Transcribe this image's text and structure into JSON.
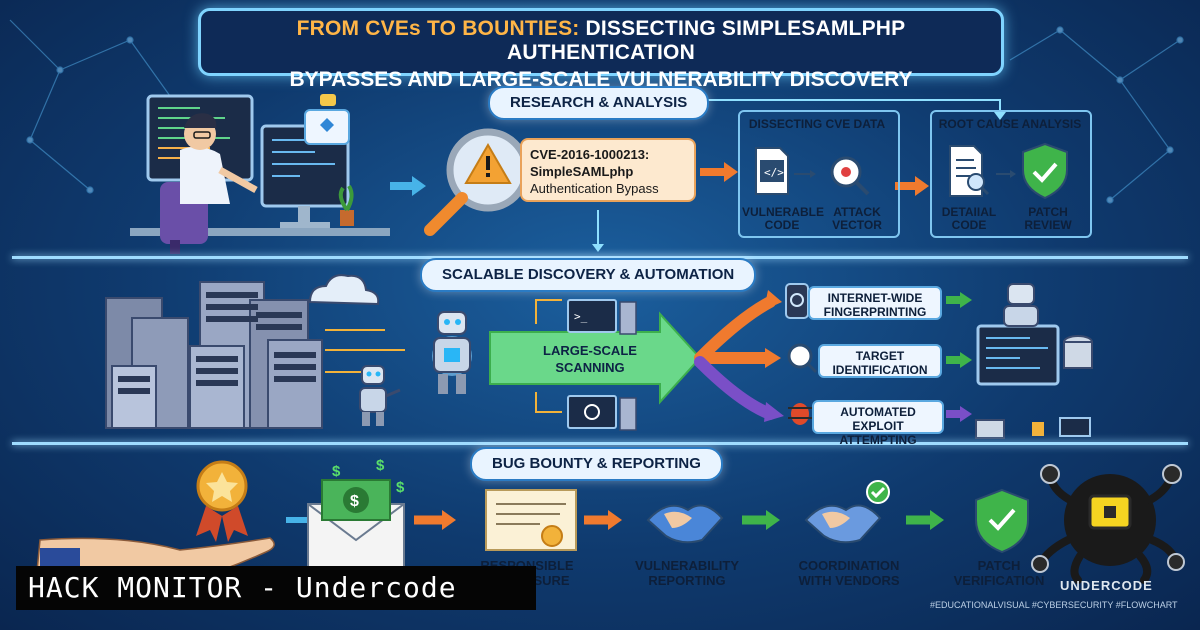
{
  "title": {
    "line1_highlight": "FROM CVEs TO BOUNTIES:",
    "line1_rest": " DISSECTING SIMPLESAMLPHP AUTHENTICATION",
    "line2": "BYPASSES AND LARGE-SCALE VULNERABILITY DISCOVERY"
  },
  "sections": {
    "research": "RESEARCH & ANALYSIS",
    "discovery": "SCALABLE DISCOVERY & AUTOMATION",
    "bounty": "BUG BOUNTY & REPORTING"
  },
  "cve": {
    "id": "CVE-2016-1000213:",
    "product": "SimpleSAMLphp",
    "desc": "Authentication Bypass"
  },
  "dissect": {
    "title": "DISSECTING CVE DATA",
    "left_l1": "VULNERABLE",
    "left_l2": "CODE",
    "right_l1": "ATTACK",
    "right_l2": "VECTOR"
  },
  "rootcause": {
    "title": "ROOT CAUSE ANALYSIS",
    "left_l1": "DETAIIAL",
    "left_l2": "CODE",
    "right_l1": "PATCH",
    "right_l2": "REVIEW"
  },
  "scanning": {
    "l1": "LARGE-SCALE",
    "l2": "SCANNING"
  },
  "tasks": [
    {
      "l1": "INTERNET-WIDE",
      "l2": "FINGERPRINTING"
    },
    {
      "l1": "TARGET",
      "l2": "IDENTIFICATION"
    },
    {
      "l1": "AUTOMATED",
      "l2": "EXPLOIT ATTEMPTING"
    }
  ],
  "bounty_steps": [
    {
      "l1": "RESPONSIBLE",
      "l2": "DISCLOSURE"
    },
    {
      "l1": "VULNERABILITY",
      "l2": "REPORTING"
    },
    {
      "l1": "COORDINATION",
      "l2": "WITH VENDORS"
    },
    {
      "l1": "PATCH",
      "l2": "VERIFICATION"
    }
  ],
  "banner": "HACK MONITOR - Undercode",
  "brand": "UNDERCODE",
  "hashtags": "#EDUCATIONALVISUAL #CYBERSECURITY #FLOWCHART",
  "colors": {
    "accent": "#7fd4ff",
    "orange": "#f07a2e",
    "green": "#3fb44a",
    "purple": "#7a4fc7"
  }
}
